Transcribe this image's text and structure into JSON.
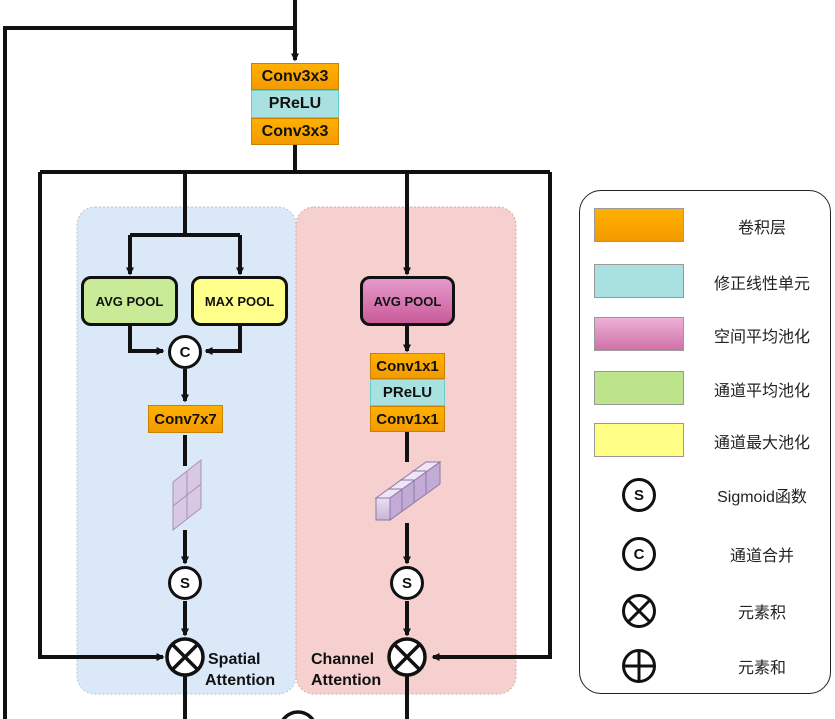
{
  "blocks": {
    "top_conv1": "Conv3x3",
    "top_prelu": "PReLU",
    "top_conv2": "Conv3x3",
    "spatial_avg_pool": "AVG POOL",
    "spatial_max_pool": "MAX POOL",
    "spatial_conv": "Conv7x7",
    "channel_avg_pool": "AVG POOL",
    "channel_conv1": "Conv1x1",
    "channel_prelu": "PReLU",
    "channel_conv2": "Conv1x1"
  },
  "symbols": {
    "concat": "C",
    "sigmoid": "S"
  },
  "labels": {
    "spatial_line1": "Spatial",
    "spatial_line2": "Attention",
    "channel_line1": "Channel",
    "channel_line2": "Attention"
  },
  "legend": [
    {
      "text": "卷积层",
      "swatch": "#ffa500"
    },
    {
      "text": "修正线性单元",
      "swatch": "#a9e0e0"
    },
    {
      "text": "空间平均池化",
      "swatch": "#d070a8"
    },
    {
      "text": "通道平均池化",
      "swatch": "#bde48a"
    },
    {
      "text": "通道最大池化",
      "swatch": "#ffff88"
    },
    {
      "text": "Sigmoid函数",
      "symbol": "S"
    },
    {
      "text": "通道合并",
      "symbol": "C"
    },
    {
      "text": "元素积",
      "symbol": "multiply"
    },
    {
      "text": "元素和",
      "symbol": "add"
    }
  ],
  "colors": {
    "conv": "#ffa500",
    "prelu": "#a9e0e0",
    "spatial_panel": "#dbe8f8",
    "channel_panel": "#f6cfcf",
    "avg_pool_spatial": "#c9eb98",
    "max_pool": "#ffff8c",
    "avg_pool_channel": "#d16aa6"
  }
}
